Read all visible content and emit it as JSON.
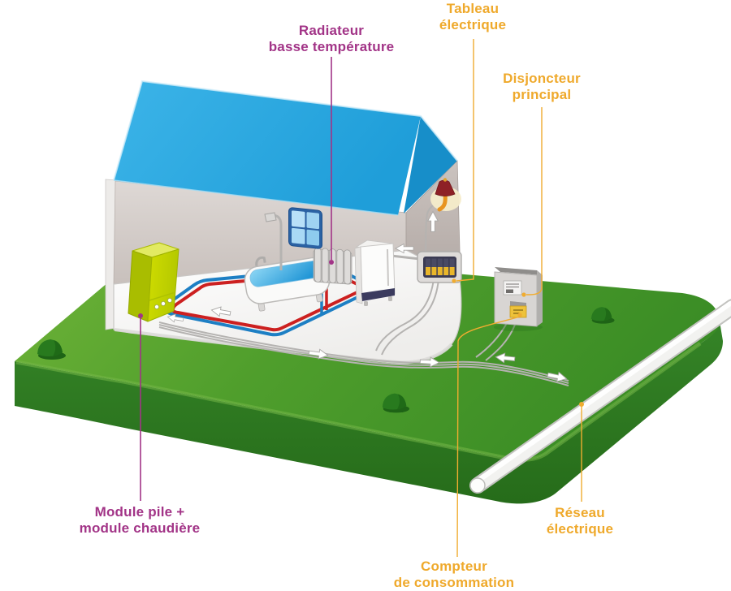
{
  "labels": {
    "radiateur": {
      "line1": "Radiateur",
      "line2": "basse température"
    },
    "tableau": {
      "line1": "Tableau",
      "line2": "électrique"
    },
    "disjoncteur": {
      "line1": "Disjoncteur",
      "line2": "principal"
    },
    "module": {
      "line1": "Module pile +",
      "line2": "module chaudière"
    },
    "compteur": {
      "line1": "Compteur",
      "line2": "de consommation"
    },
    "reseau": {
      "line1": "Réseau",
      "line2": "électrique"
    }
  },
  "colors": {
    "label_orange": "#efa92b",
    "label_magenta": "#a23487",
    "roof_blue": "#2aa9e0",
    "roof_gable_blue": "#178ec9",
    "ground_green": "#4f9e2c",
    "ground_side_green": "#2f7d1f",
    "module_lime": "#c6d400",
    "pipe_hot_red": "#cc2020",
    "pipe_cold_blue": "#1d7fc4",
    "wall_taupe": "#d0c9c5",
    "breaker_yellow": "#e9b62a"
  }
}
